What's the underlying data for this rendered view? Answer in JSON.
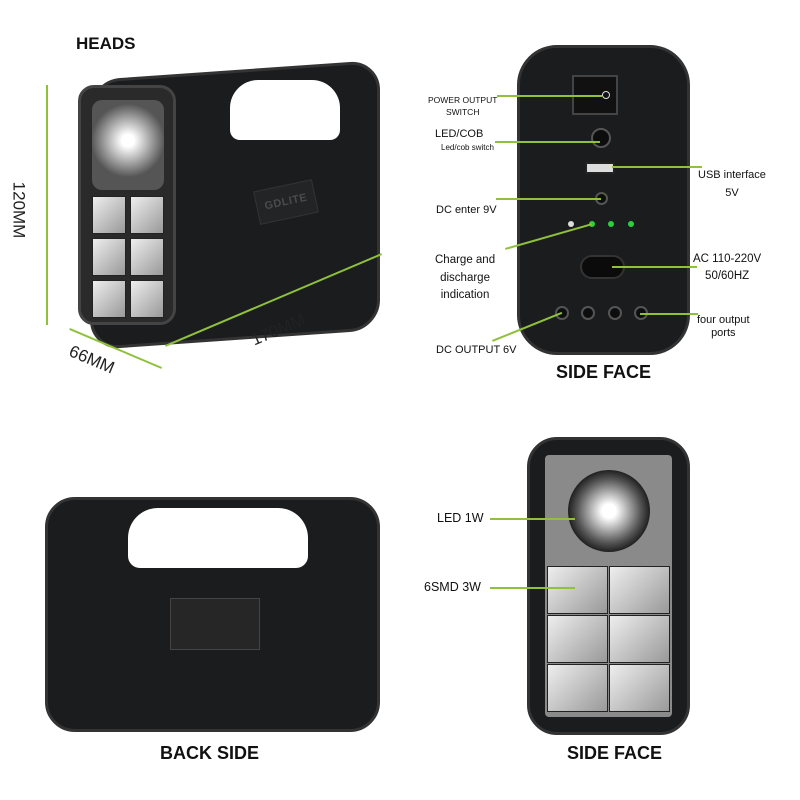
{
  "heads": {
    "title": "HEADS",
    "dim_length": "170MM",
    "dim_height": "120MM",
    "dim_width": "66MM",
    "brand_lettering": "GDLITE"
  },
  "side_face_ports": {
    "title": "SIDE FACE",
    "labels": {
      "power_switch": "POWER OUTPUT\nSWITCH",
      "led_cob": "LED/COB",
      "led_cob_sub": "Led/cob switch",
      "usb": "USB interface\n5V",
      "dc_enter": "DC enter 9V",
      "charge": "Charge and\ndischarge\nindication",
      "ac": "AC 110-220V\n50/60HZ",
      "output_ports": "four output\nports",
      "dc_output": "DC OUTPUT 6V"
    }
  },
  "back_side": {
    "title": "BACK SIDE"
  },
  "side_face_lights": {
    "title": "SIDE FACE",
    "labels": {
      "led": "LED 1W",
      "smd": "6SMD 3W"
    }
  },
  "colors": {
    "annotation_line": "#8fc23a",
    "device_body": "#1b1c1e"
  }
}
